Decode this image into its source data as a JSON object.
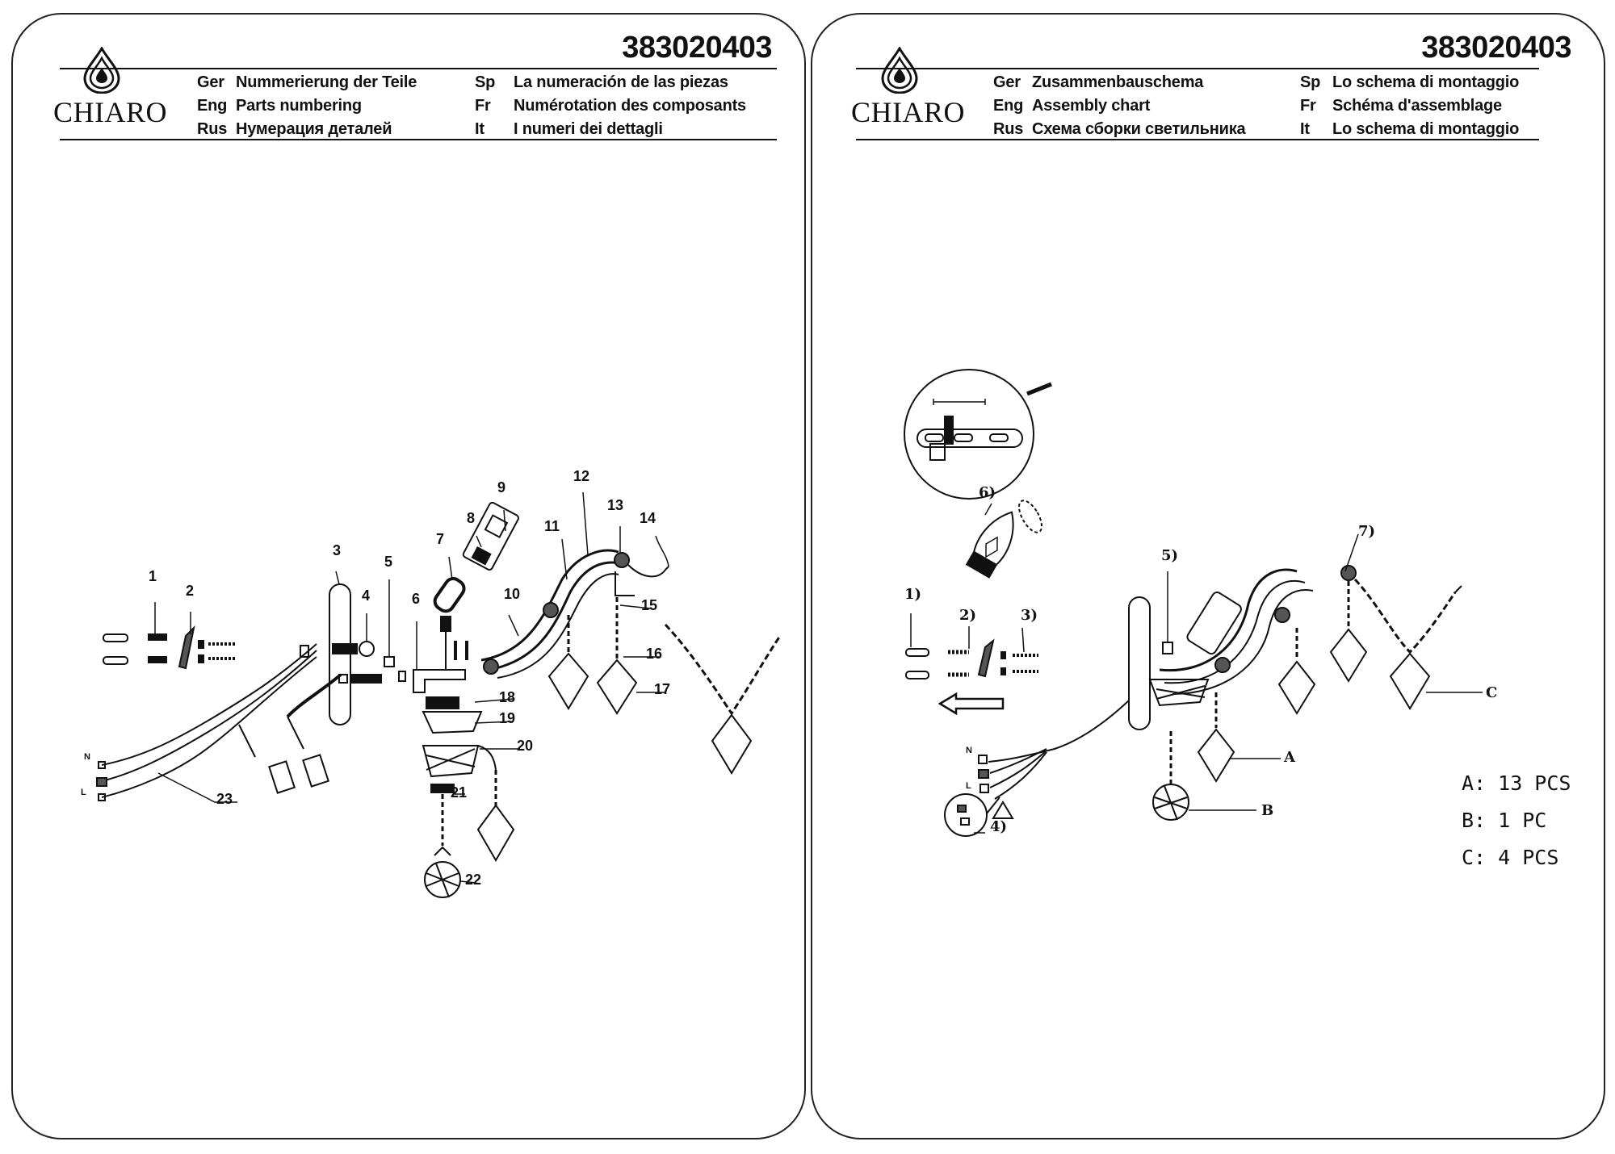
{
  "left": {
    "brand": "CHIARO",
    "code": "383020403",
    "headers": [
      {
        "lang": "Ger",
        "text": "Nummerierung der Teile"
      },
      {
        "lang": "Eng",
        "text": "Parts numbering"
      },
      {
        "lang": "Rus",
        "text": "Нумерация деталей"
      },
      {
        "lang": "Sp",
        "text": "La numeración de las piezas"
      },
      {
        "lang": "Fr",
        "text": "Numérotation des composants"
      },
      {
        "lang": "It",
        "text": "I numeri dei dettagli"
      }
    ],
    "parts": [
      "1",
      "2",
      "3",
      "4",
      "5",
      "6",
      "7",
      "8",
      "9",
      "10",
      "11",
      "12",
      "13",
      "14",
      "15",
      "16",
      "17",
      "18",
      "19",
      "20",
      "21",
      "22",
      "23"
    ]
  },
  "right": {
    "brand": "CHIARO",
    "code": "383020403",
    "headers": [
      {
        "lang": "Ger",
        "text": "Zusammenbauschema"
      },
      {
        "lang": "Eng",
        "text": "Assembly chart"
      },
      {
        "lang": "Rus",
        "text": "Схема сборки светильника"
      },
      {
        "lang": "Sp",
        "text": "Lo schema di montaggio"
      },
      {
        "lang": "Fr",
        "text": "Schéma d'assemblage"
      },
      {
        "lang": "It",
        "text": "Lo schema di montaggio"
      }
    ],
    "steps": [
      "1)",
      "2)",
      "3)",
      "4)",
      "5)",
      "6)",
      "7)"
    ],
    "crystal_labels": [
      "A",
      "B",
      "C"
    ],
    "wire_labels": [
      "N",
      "L"
    ],
    "legend": [
      "A: 13 PCS",
      "B: 1 PC",
      "C: 4 PCS"
    ]
  },
  "wire_labels_left": [
    "N",
    "L"
  ]
}
